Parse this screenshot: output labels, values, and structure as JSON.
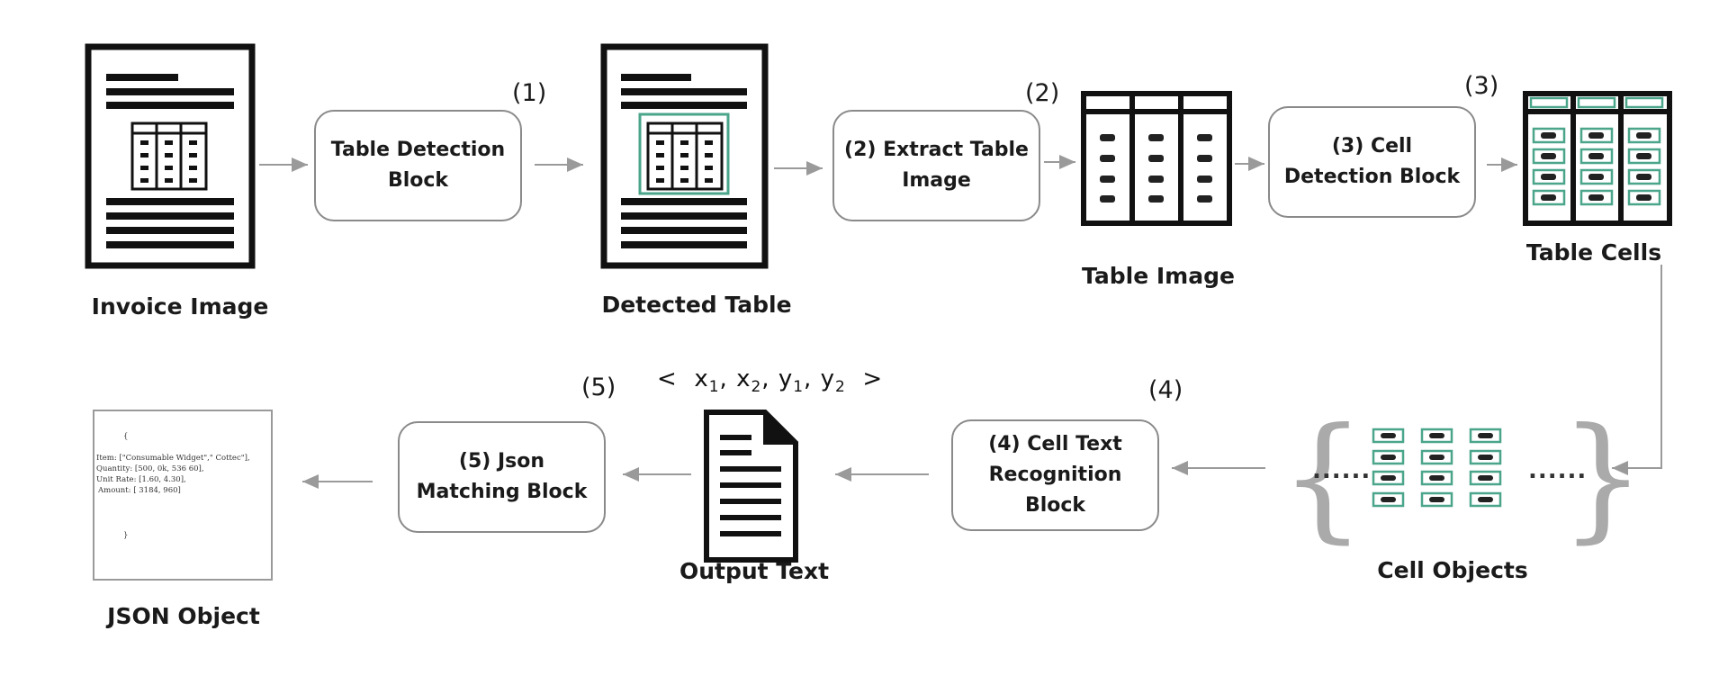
{
  "blocks": {
    "table_detection": "Table Detection Block",
    "extract_table": "(2) Extract Table Image",
    "cell_detection": "(3) Cell Detection Block",
    "cell_text_recognition": "(4) Cell Text Recognition Block",
    "json_matching": "(5) Json Matching Block"
  },
  "labels": {
    "invoice_image": "Invoice Image",
    "detected_table": "Detected Table",
    "table_image": "Table Image",
    "table_cells": "Table Cells",
    "cell_objects": "Cell Objects",
    "output_text": "Output Text",
    "json_object": "JSON Object"
  },
  "step_numbers": {
    "s1": "(1)",
    "s2": "(2)",
    "s3": "(3)",
    "s4": "(4)",
    "s5": "(5)"
  },
  "coordinates": {
    "open": "<",
    "x1": "x",
    "x1_sub": "1",
    "x2": "x",
    "x2_sub": "2",
    "y1": "y",
    "y1_sub": "1",
    "y2": "y",
    "y2_sub": "2",
    "close": ">"
  },
  "cell_objects_dots": {
    "left": "......",
    "right": "......"
  },
  "json_content": {
    "open_brace": "{",
    "line1": "Item: [\"Consumable Widget\",\" Cottec\"],",
    "line2": "Quantity: [500, 0k, 536 60],",
    "line3": "Unit Rate: [1.60, 4.30],",
    "line4": "Amount: [ 3184, 960]",
    "close_brace": "}"
  },
  "colors": {
    "cell_highlight": "#4aa58a",
    "arrow": "#9a9a9a",
    "box_border": "#8a8a8a"
  }
}
